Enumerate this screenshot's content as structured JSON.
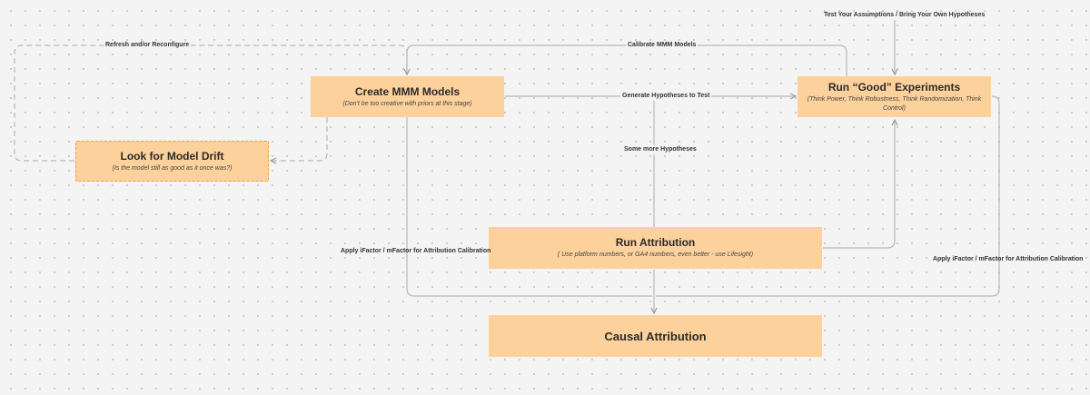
{
  "nodes": {
    "create_mmm": {
      "title": "Create MMM Models",
      "subtitle": "(Don't be too creative with priors at this stage)"
    },
    "run_experiments": {
      "title": "Run “Good” Experiments",
      "subtitle": "(Think Power, Think Robustness, Think Randomization, Think Control)"
    },
    "model_drift": {
      "title": "Look for Model Drift",
      "subtitle": "(Is the model still as good as it once was?)"
    },
    "run_attribution": {
      "title": "Run Attribution",
      "subtitle": "( Use platform numbers, or GA4 numbers, even better - use Lifesight)"
    },
    "causal_attribution": {
      "title": "Causal Attribution"
    }
  },
  "edges": {
    "test_assumptions": "Test Your Assumptions / Bring Your Own Hypotheses",
    "calibrate_mmm": "Calibrate MMM Models",
    "refresh": "Refresh and/or Reconfigure",
    "generate_hypotheses": "Generate Hypotheses to Test",
    "more_hypotheses": "Some more Hypotheses",
    "apply_left": "Apply iFactor / mFactor for Attribution Calibration",
    "apply_right": "Apply iFactor / mFactor for Attribution Calibration"
  },
  "colors": {
    "node_fill": "#fdd19b",
    "node_border_dashed": "#e0a24f",
    "connector": "#b7b7b7",
    "background": "#f4f4f4"
  }
}
